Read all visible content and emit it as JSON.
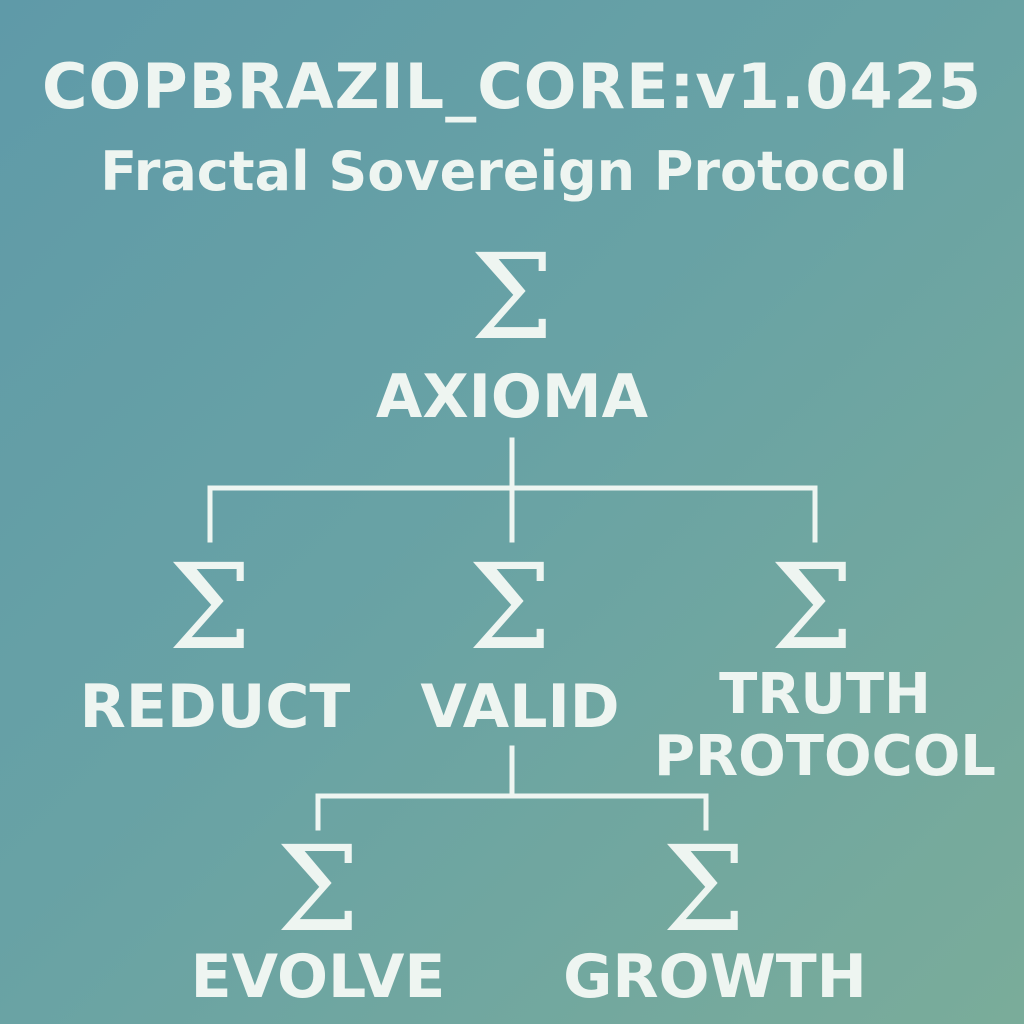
{
  "header": {
    "title": "COPBRAZIL_CORE:v1.0425",
    "subtitle": "Fractal Sovereign Protocol"
  },
  "diagram": {
    "symbol": "Σ",
    "root": {
      "label": "AXIOMA"
    },
    "level1": [
      {
        "label": "REDUCT"
      },
      {
        "label": "VALID"
      },
      {
        "label_line1": "TRUTH",
        "label_line2": "PROTOCOL"
      }
    ],
    "level2": [
      {
        "label": "EVOLVE"
      },
      {
        "label": "GROWTH"
      }
    ]
  },
  "colors": {
    "foreground": "#eef5f1",
    "background_start": "#5f9aa8",
    "background_end": "#7aac9a"
  }
}
